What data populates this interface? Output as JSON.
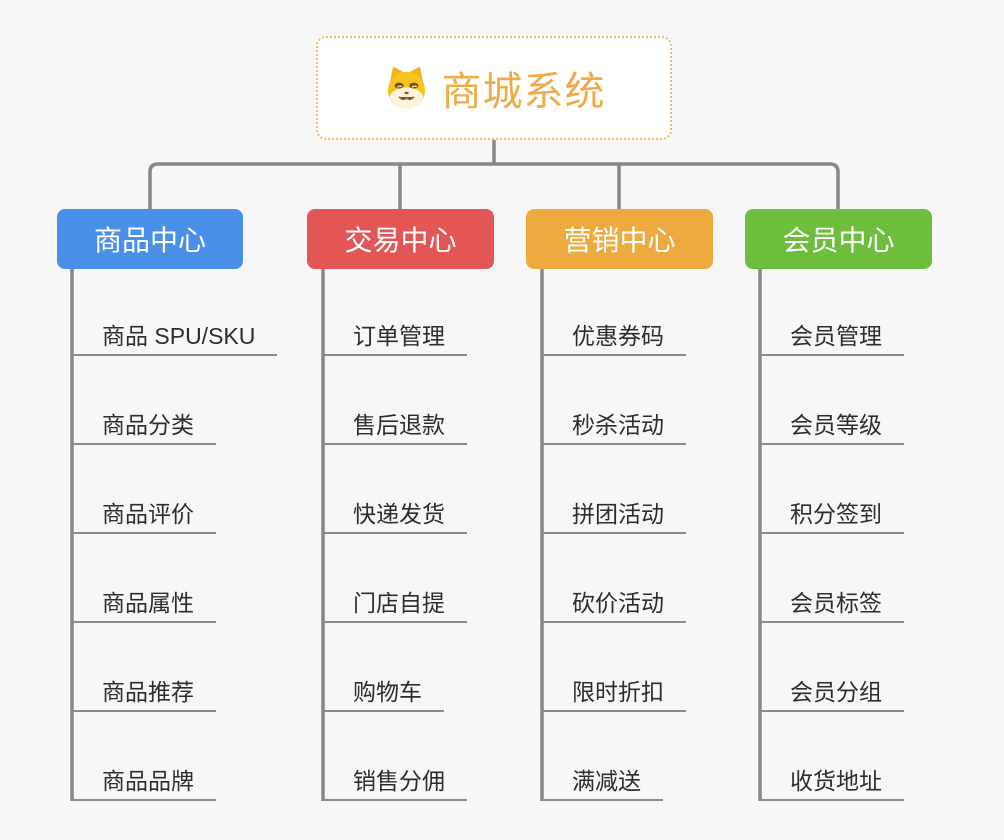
{
  "root": {
    "title": "商城系统",
    "icon": "shiba-dog-icon"
  },
  "branches": [
    {
      "label": "商品中心",
      "color": "#4a90e8",
      "children": [
        "商品 SPU/SKU",
        "商品分类",
        "商品评价",
        "商品属性",
        "商品推荐",
        "商品品牌"
      ]
    },
    {
      "label": "交易中心",
      "color": "#e25755",
      "children": [
        "订单管理",
        "售后退款",
        "快递发货",
        "门店自提",
        "购物车",
        "销售分佣"
      ]
    },
    {
      "label": "营销中心",
      "color": "#ecaa3f",
      "children": [
        "优惠券码",
        "秒杀活动",
        "拼团活动",
        "砍价活动",
        "限时折扣",
        "满减送"
      ]
    },
    {
      "label": "会员中心",
      "color": "#6cbe3c",
      "children": [
        "会员管理",
        "会员等级",
        "积分签到",
        "会员标签",
        "会员分组",
        "收货地址"
      ]
    }
  ],
  "colors": {
    "background": "#f7f7f7",
    "connector": "#878787",
    "leaf_underline": "#8a8a8a",
    "leaf_text": "#2d2d2d",
    "root_border": "#eeba72",
    "root_title": "#f0ab49"
  }
}
